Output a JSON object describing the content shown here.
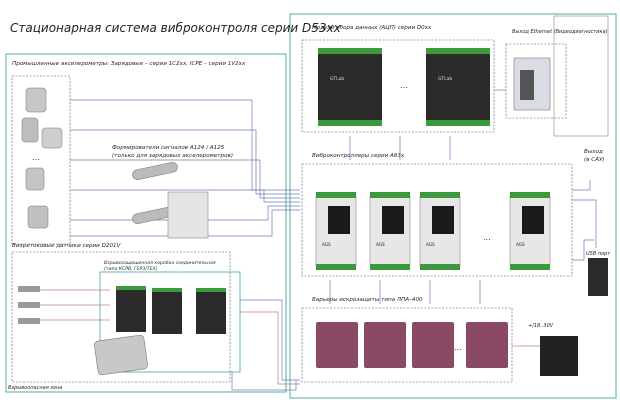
{
  "title": "Стационарная система виброконтроля серии D53xx",
  "labels": {
    "accelerometers": "Промышленные акселерометры: Зарядовые – серии 1С2хх, ICPE – серии 1V2хх",
    "signal_conditioners_line1": "Формирователи сигналов А124 / А125",
    "signal_conditioners_line2": "(только для зарядовых акселерометров)",
    "eddy_current": "Вихретоковые датчики серии D201V",
    "junction_box_line1": "Взрывозащищенная коробка соединительная",
    "junction_box_line2": "(типа КСРВ, ГЕРЗ/ТЕХ)",
    "explosion_zone": "Взрывоопасная зона",
    "adc_modules": "Модули сбора данных (АЦП) серии D0хх",
    "ethernet_out": "Выход Ethernet (Видеодиагностика)",
    "output_line1": "Выход",
    "output_line2": "(в САУ)",
    "controllers": "Виброконтроллеры серии А63х",
    "usb": "USB порт",
    "barriers": "Барьеры искрозащиты типа ЛПА–400",
    "power": "+/18..30V",
    "ellipsis": "..."
  },
  "device_labels": {
    "brand": "GTLab",
    "controller_tag": "AGS"
  },
  "colors": {
    "zone_border": "#3fa79c",
    "cable_blue": "#6f7fb8",
    "cable_pink": "#c27b93",
    "dashed": "#555555",
    "module_body": "#2b2b2b",
    "terminal_green": "#3c9a3c",
    "barrier_body": "#8a4a63"
  }
}
